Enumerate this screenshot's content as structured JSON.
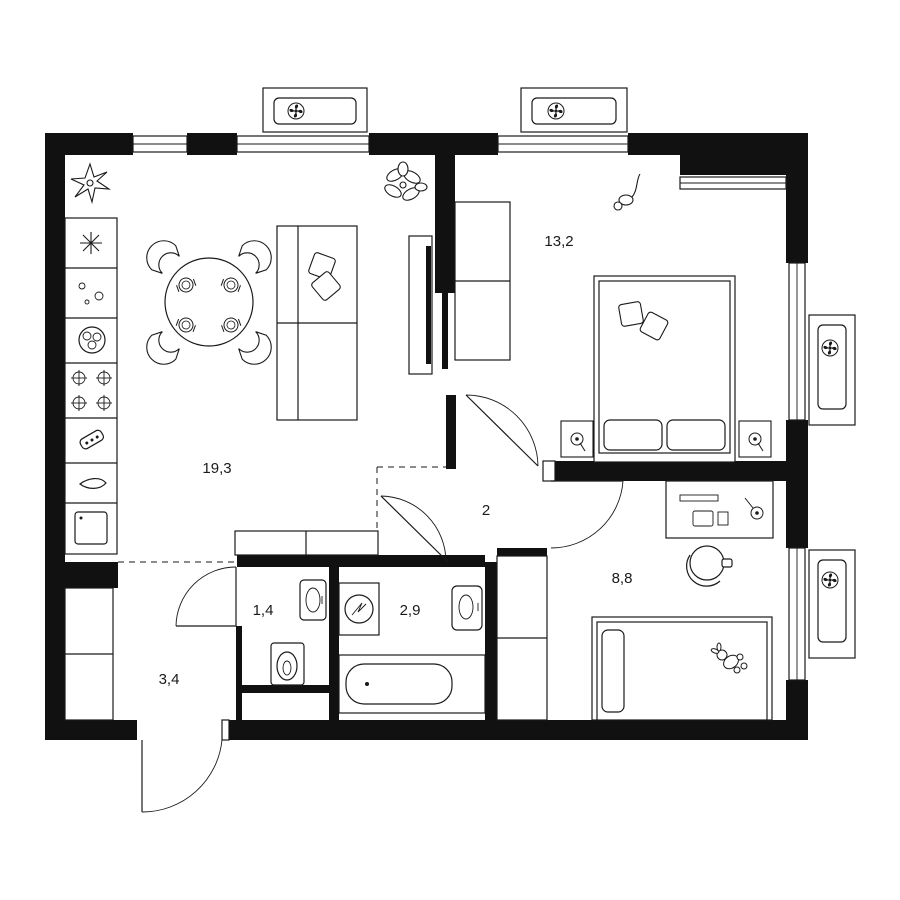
{
  "rooms": {
    "living_kitchen": {
      "area": "19,3"
    },
    "bedroom": {
      "area": "13,2"
    },
    "hall": {
      "area": "2"
    },
    "child_room": {
      "area": "8,8"
    },
    "toilet": {
      "area": "1,4"
    },
    "bathroom": {
      "area": "2,9"
    },
    "entrance": {
      "area": "3,4"
    }
  },
  "icons": {
    "ac_unit": "fan-icon",
    "stove": "cooktop-icon",
    "freezer": "snowflake-icon",
    "plant": "plant-icon",
    "water_heater": "boiler-icon",
    "toy": "teddy-bunny-icon",
    "pet": "cat-icon"
  },
  "colors": {
    "wall": "#111111",
    "line": "#1a1a1a",
    "background": "#ffffff"
  }
}
